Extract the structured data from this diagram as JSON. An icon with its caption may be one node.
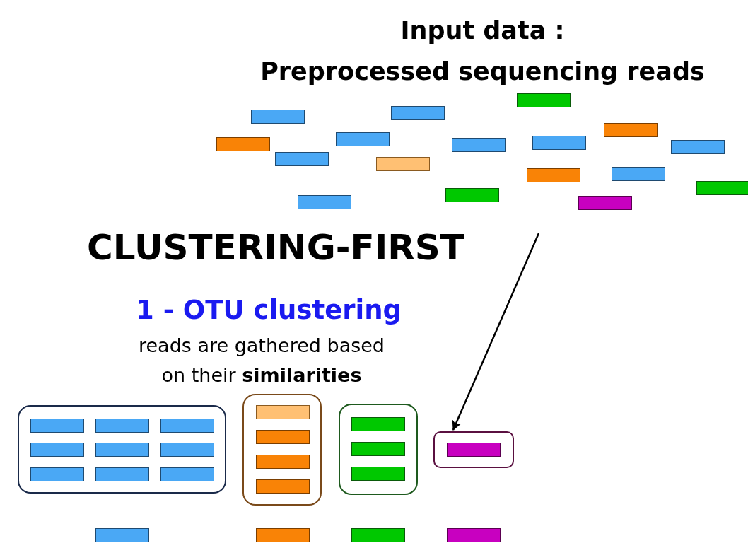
{
  "diagram": {
    "title": "Input data : Preprocessed sequencing reads",
    "nodes": [
      {
        "text": [],
        "shape": "box"
      },
      {
        "text": [],
        "shape": "box"
      },
      {
        "text": [],
        "shape": "box"
      },
      {
        "text": [],
        "shape": "box"
      }
    ],
    "edges": [
      {
        "from": null,
        "to": 3,
        "arrow": "to"
      }
    ],
    "labels": [
      "CLUSTERING-FIRST",
      "1 - OTU clustering",
      "reads are gathered based on their **similarities**"
    ]
  }
}
